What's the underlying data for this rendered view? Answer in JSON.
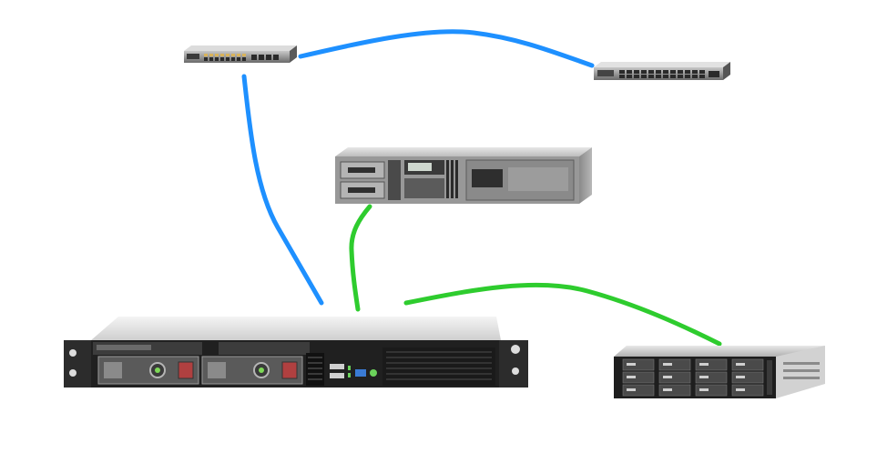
{
  "diagram": {
    "nodes": [
      {
        "id": "switch-1",
        "kind": "network-switch",
        "icon": "switch-icon"
      },
      {
        "id": "switch-2",
        "kind": "network-switch",
        "icon": "switch-icon"
      },
      {
        "id": "tape-library",
        "kind": "tape-library",
        "icon": "tape-library-icon"
      },
      {
        "id": "rack-server",
        "kind": "rack-server",
        "icon": "server-icon"
      },
      {
        "id": "nas-storage",
        "kind": "storage-array",
        "icon": "storage-array-icon"
      }
    ],
    "links": [
      {
        "from": "switch-1",
        "to": "switch-2",
        "type": "network",
        "color": "#1e90ff"
      },
      {
        "from": "switch-1",
        "to": "rack-server",
        "type": "network",
        "color": "#1e90ff"
      },
      {
        "from": "tape-library",
        "to": "rack-server",
        "type": "storage",
        "color": "#2ecc2e"
      },
      {
        "from": "rack-server",
        "to": "nas-storage",
        "type": "storage",
        "color": "#2ecc2e"
      }
    ]
  }
}
